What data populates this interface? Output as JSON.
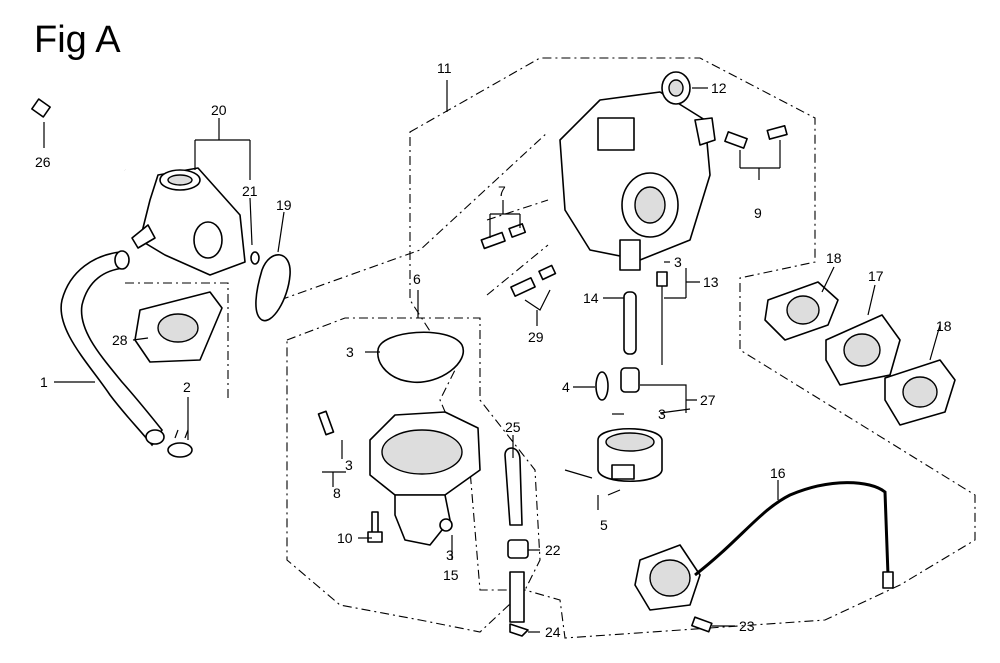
{
  "figure": {
    "title": "Fig A"
  },
  "callouts": [
    "1",
    "2",
    "3",
    "4",
    "5",
    "6",
    "7",
    "8",
    "9",
    "10",
    "11",
    "12",
    "13",
    "14",
    "15",
    "16",
    "17",
    "18",
    "19",
    "20",
    "21",
    "22",
    "23",
    "24",
    "25",
    "26",
    "27",
    "28",
    "29"
  ],
  "callout_labels": {
    "c1": "1",
    "c2": "2",
    "c3a": "3",
    "c3b": "3",
    "c3c": "3",
    "c3d": "3",
    "c3e": "3",
    "c4": "4",
    "c5": "5",
    "c6": "6",
    "c7": "7",
    "c8": "8",
    "c9": "9",
    "c10": "10",
    "c11": "11",
    "c12": "12",
    "c13": "13",
    "c14": "14",
    "c15": "15",
    "c16": "16",
    "c17": "17",
    "c18a": "18",
    "c18b": "18",
    "c19": "19",
    "c20": "20",
    "c21": "21",
    "c22": "22",
    "c23": "23",
    "c24": "24",
    "c25": "25",
    "c26": "26",
    "c27": "27",
    "c28": "28",
    "c29": "29"
  }
}
